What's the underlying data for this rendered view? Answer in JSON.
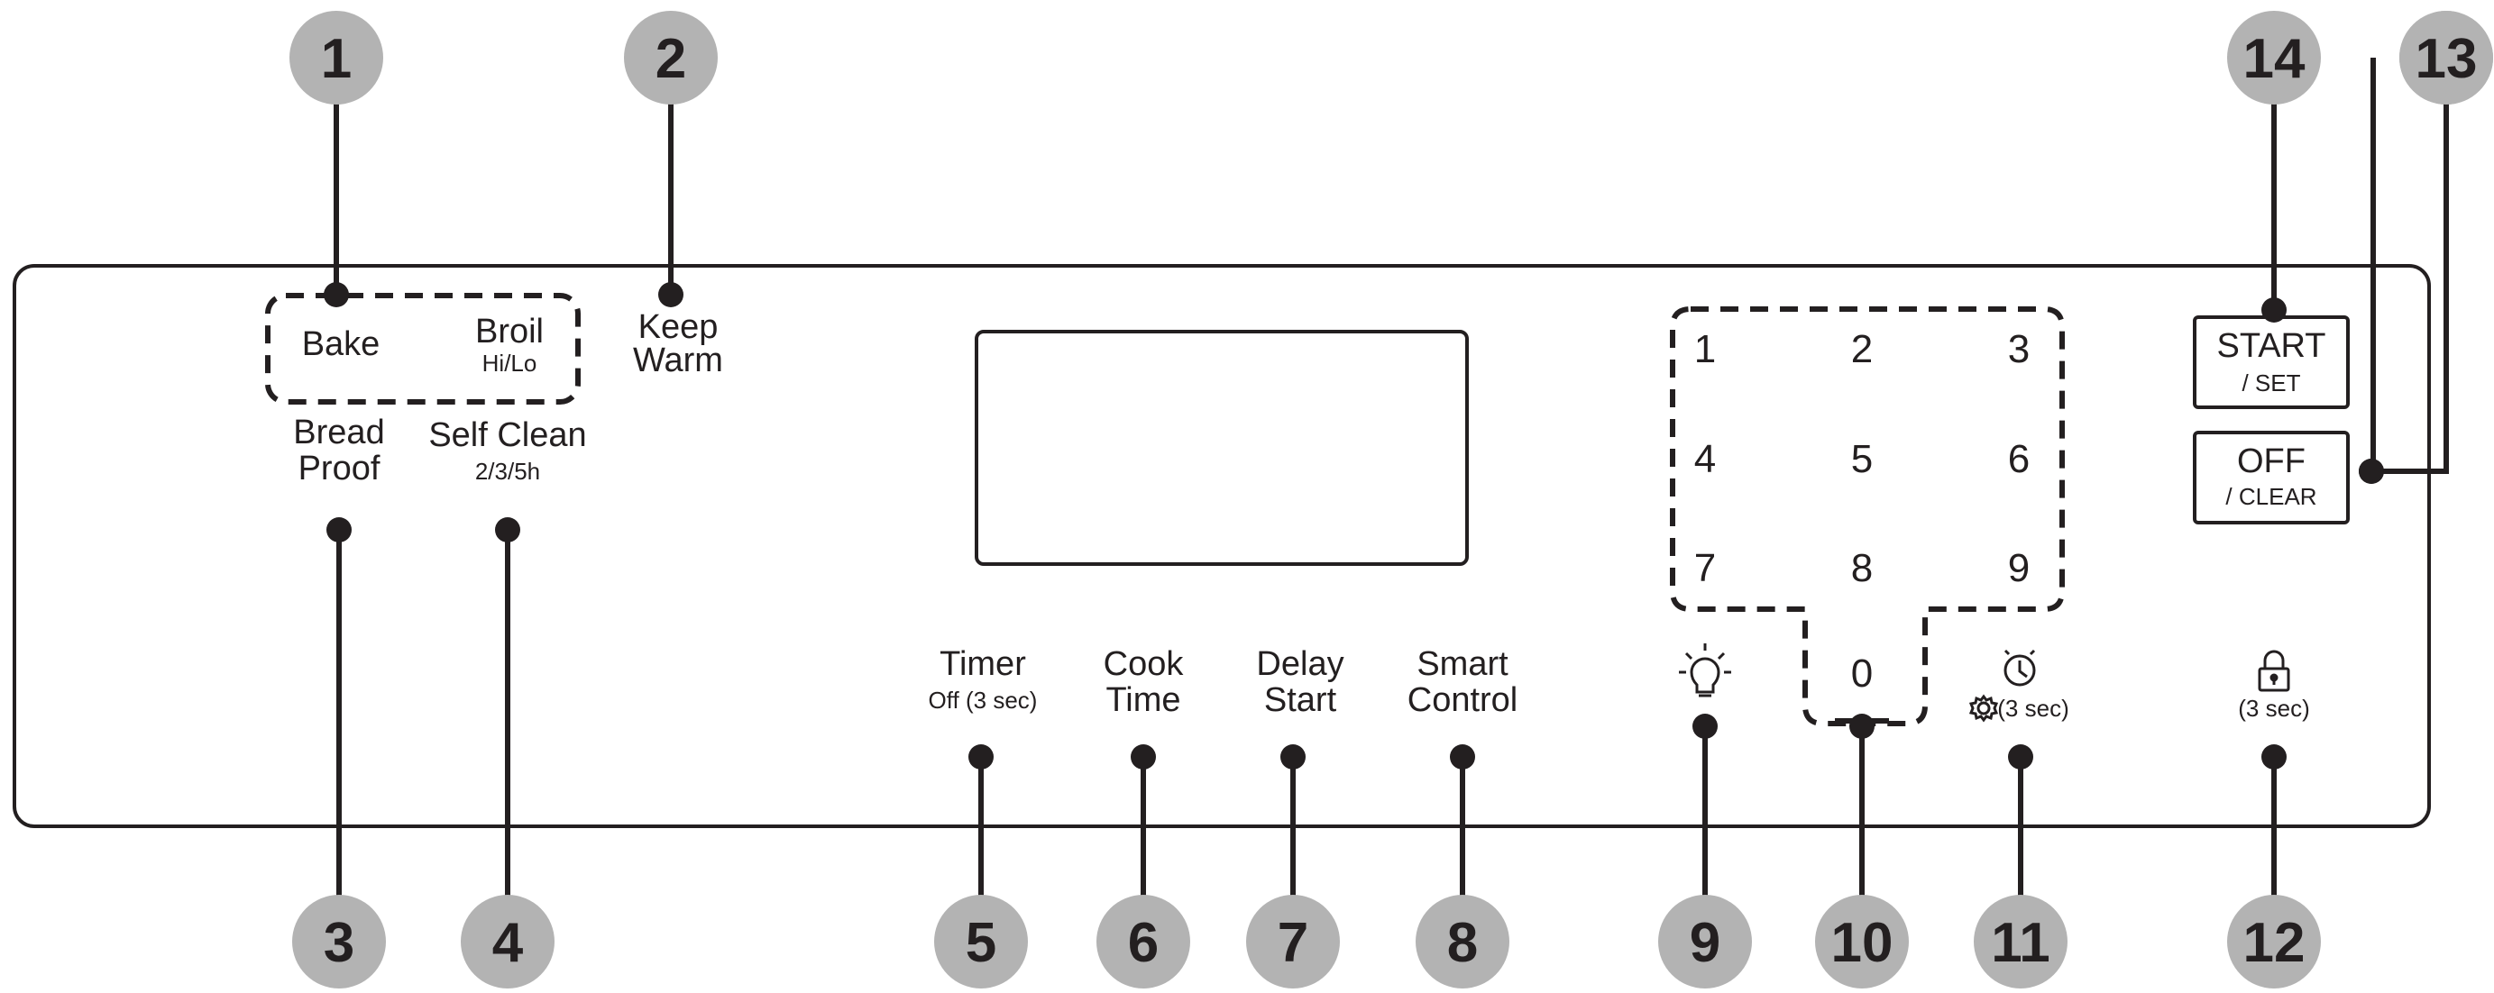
{
  "colors": {
    "ink": "#231f20",
    "callout_fill": "#b3b3b3",
    "panel_fill": "#ffffff"
  },
  "callouts": [
    "1",
    "2",
    "3",
    "4",
    "5",
    "6",
    "7",
    "8",
    "9",
    "10",
    "11",
    "12",
    "13",
    "14"
  ],
  "buttons": {
    "bake": "Bake",
    "broil": "Broil",
    "broil_sub": "Hi/Lo",
    "keep_warm_1": "Keep",
    "keep_warm_2": "Warm",
    "bread_proof_1": "Bread",
    "bread_proof_2": "Proof",
    "self_clean": "Self Clean",
    "self_clean_sub": "2/3/5h",
    "timer": "Timer",
    "timer_sub": "Off (3 sec)",
    "cook_time_1": "Cook",
    "cook_time_2": "Time",
    "delay_start_1": "Delay",
    "delay_start_2": "Start",
    "smart_control_1": "Smart",
    "smart_control_2": "Control",
    "clock_sub": "(3 sec)",
    "lock_sub": "(3 sec)",
    "start": "START",
    "start_sub": "/ SET",
    "off": "OFF",
    "off_sub": "/ CLEAR"
  },
  "keypad": [
    "1",
    "2",
    "3",
    "4",
    "5",
    "6",
    "7",
    "8",
    "9",
    "0"
  ],
  "icons": {
    "light": "light-bulb-icon",
    "clock": "clock-icon",
    "settings": "gear-icon",
    "lock": "lock-icon"
  }
}
